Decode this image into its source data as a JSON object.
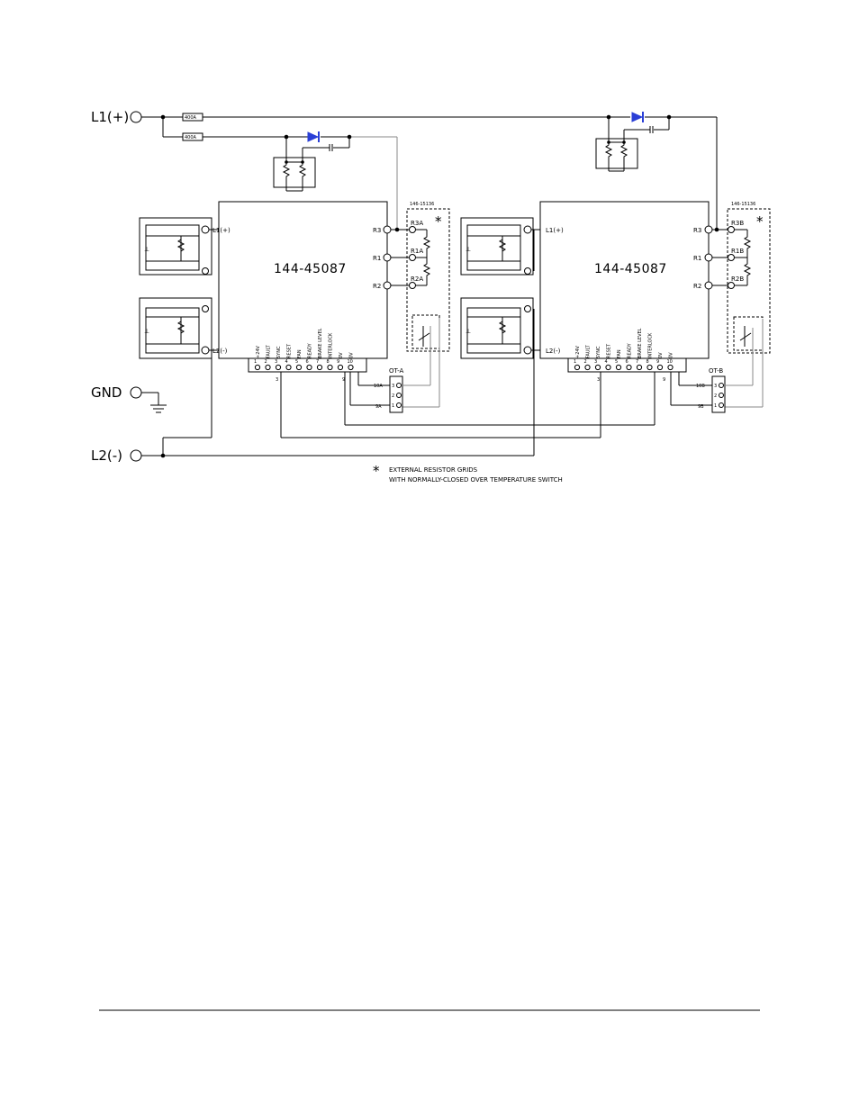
{
  "terminals": {
    "l1_main": "L1(+)",
    "gnd": "GND",
    "l2_main": "L2(-)"
  },
  "fuses": {
    "fuse_top": "400A",
    "fuse_bottom": "400A"
  },
  "modules": [
    {
      "part_number": "144-45087",
      "l1": "L1(+)",
      "l2": "L2(-)",
      "r3": "R3",
      "r1": "R1",
      "r2": "R2",
      "grid_part": "146-15136",
      "grid_r3": "R3A",
      "grid_r1": "R1A",
      "grid_r2": "R2A",
      "switch": "OT-A",
      "switch_labels": [
        "10A",
        "9A"
      ],
      "wire_3": "3",
      "wire_9": "9",
      "tb_numbers": [
        "1",
        "2",
        "3",
        "4",
        "5",
        "6",
        "7",
        "8",
        "9",
        "10"
      ],
      "tb_labels": [
        "+24V",
        "FAULT",
        "SYNC",
        "RESET",
        "FAN",
        "READY",
        "BRAKE LEVEL",
        "INTERLOCK",
        "0V",
        "0V"
      ],
      "ot_pins": [
        "3",
        "2",
        "1"
      ]
    },
    {
      "part_number": "144-45087",
      "l1": "L1(+)",
      "l2": "L2(-)",
      "r3": "R3",
      "r1": "R1",
      "r2": "R2",
      "grid_part": "146-15136",
      "grid_r3": "R3B",
      "grid_r1": "R1B",
      "grid_r2": "R2B",
      "switch": "OT-B",
      "switch_labels": [
        "10B",
        "9B"
      ],
      "wire_3": "3",
      "wire_9": "9",
      "tb_numbers": [
        "1",
        "2",
        "3",
        "4",
        "5",
        "6",
        "7",
        "8",
        "9",
        "10"
      ],
      "tb_labels": [
        "+24V",
        "FAULT",
        "SYNC",
        "RESET",
        "FAN",
        "READY",
        "BRAKE LEVEL",
        "INTERLOCK",
        "0V",
        "0V"
      ],
      "ot_pins": [
        "3",
        "2",
        "1"
      ]
    }
  ],
  "note": {
    "symbol": "*",
    "line1": "EXTERNAL RESISTOR GRIDS",
    "line2": "WITH NORMALLY-CLOSED OVER TEMPERATURE SWITCH"
  },
  "colors": {
    "diode": "#2a3fd6",
    "wire": "#000000",
    "wire_gray": "#888888"
  }
}
